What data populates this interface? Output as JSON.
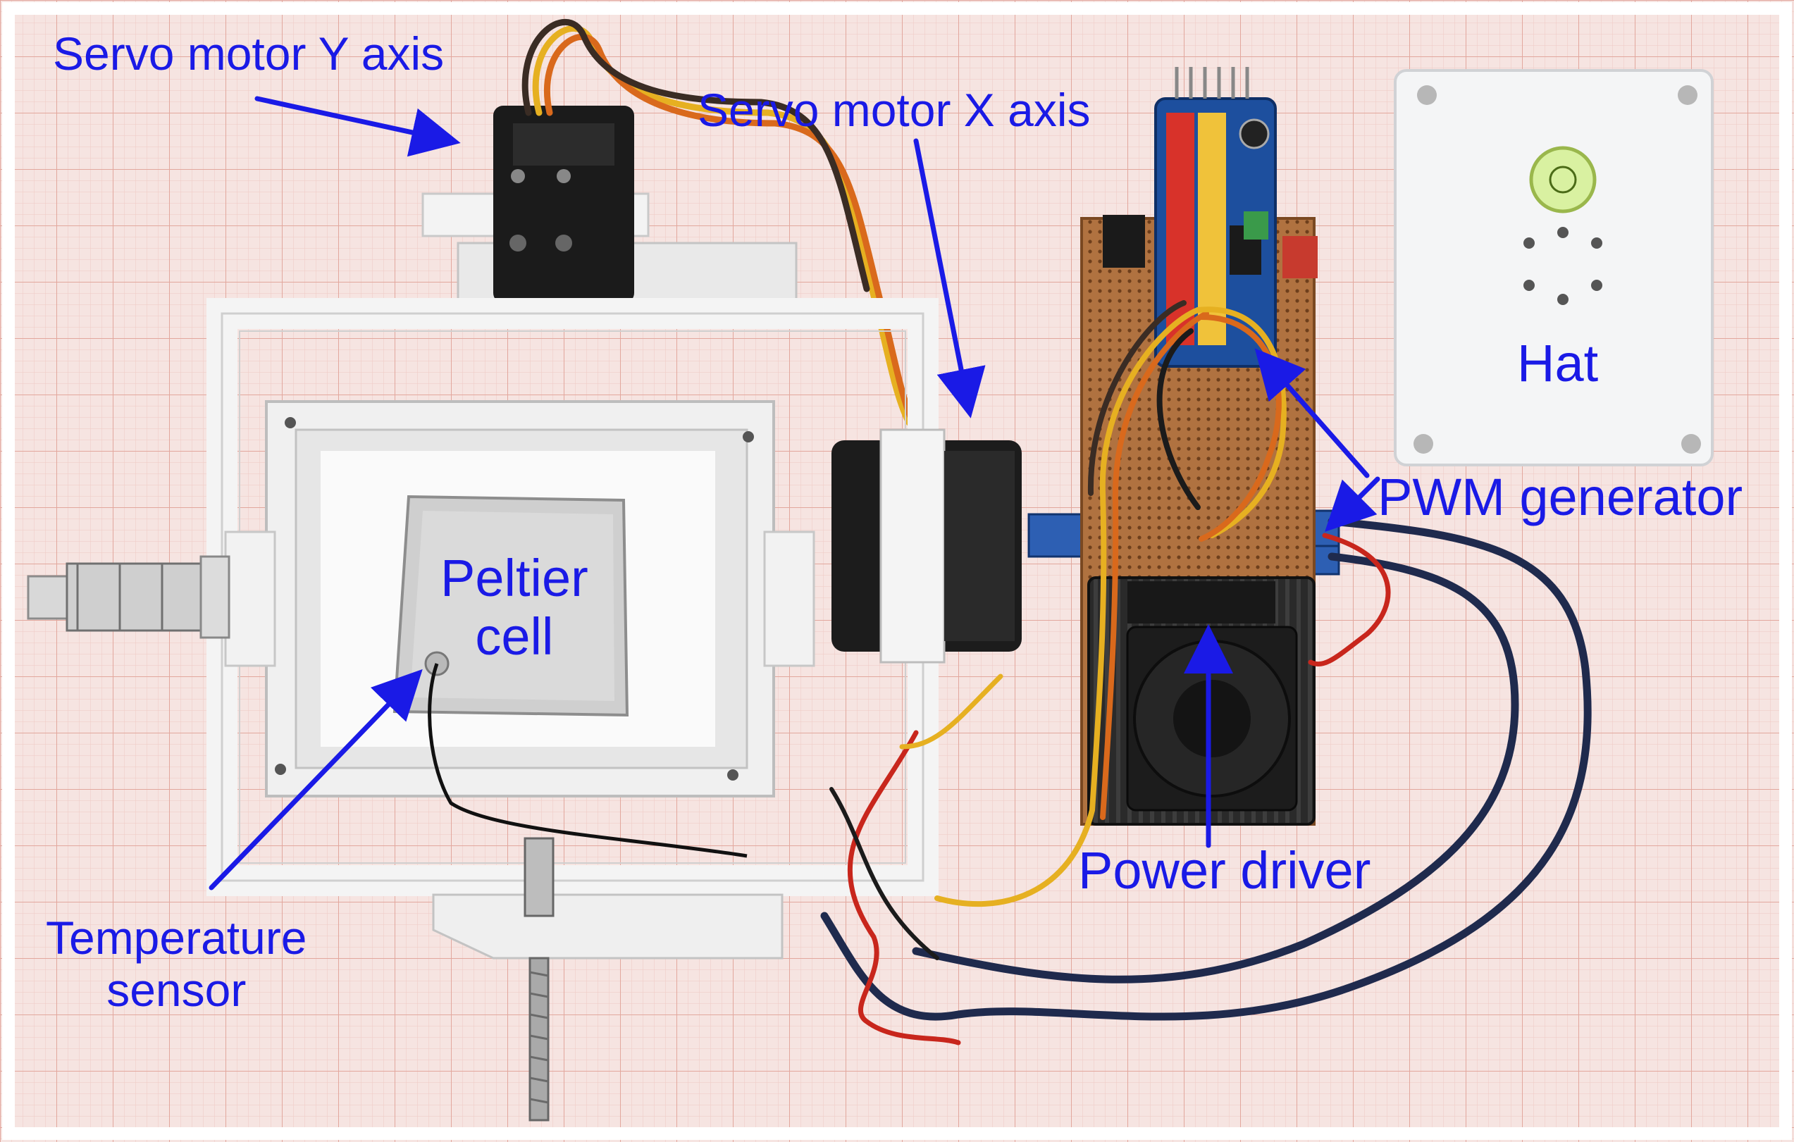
{
  "image": {
    "kind": "annotated photograph",
    "subject": "gimbal apparatus on graph paper",
    "colors": {
      "annotation": "#1a1ae6",
      "paper": "#f6e4e1",
      "grid_fine": "#efc7c0",
      "grid_major": "#e3a89f",
      "plastic": "#f2f2f2",
      "pcb_blue": "#1d4f9e",
      "perfboard": "#b5763f",
      "wire_yellow": "#e6b021",
      "wire_orange": "#d9691c",
      "wire_red": "#c8261c",
      "cable_navy": "#1f2a4d",
      "servo_black": "#1b1b1b"
    }
  },
  "labels": {
    "servo_y": "Servo motor Y axis",
    "servo_x": "Servo motor X axis",
    "peltier_line1": "Peltier",
    "peltier_line2": "cell",
    "temp_line1": "Temperature",
    "temp_line2": "sensor",
    "hat": "Hat",
    "pwm": "PWM generator",
    "power": "Power driver"
  }
}
